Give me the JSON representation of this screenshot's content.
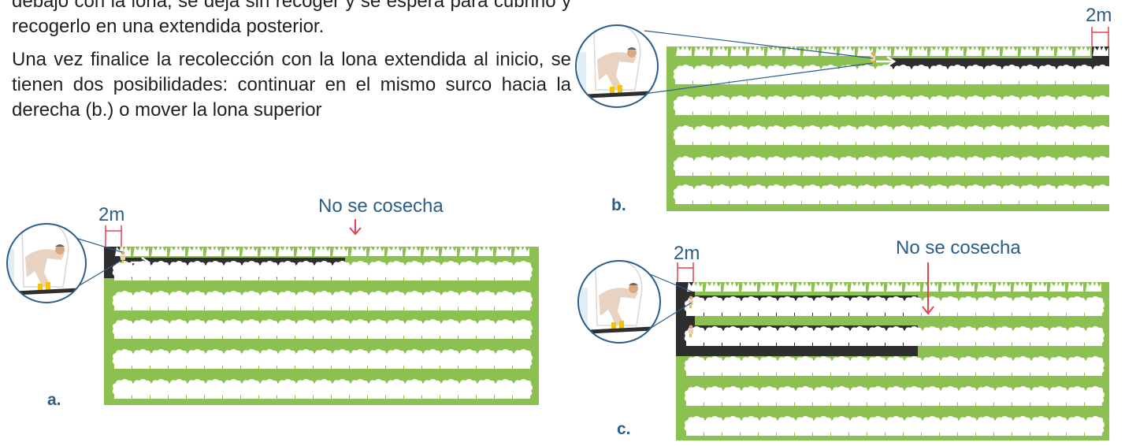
{
  "text": {
    "paragraph_1": "debajo con la lona, se deja sin recoger y se espera para cubrirlo y recogerlo en una extendida posterior.",
    "paragraph_2": "Una vez finalice la recolección con la lona extendida al inicio, se tienen dos posibilidades: continuar en el mismo surco hacia la derecha (b.) o mover la lona superior"
  },
  "panels": {
    "a": {
      "letter": "a.",
      "distance_label": "2m",
      "note": "No se cosecha"
    },
    "b": {
      "letter": "b.",
      "distance_label": "2m"
    },
    "c": {
      "letter": "c.",
      "distance_label": "2m",
      "note": "No se cosecha"
    }
  },
  "colors": {
    "field": "#8cc152",
    "tarp": "#2e2e2e",
    "text": "#2a5d8a",
    "arrow": "#e5414f",
    "plant": "#ffffff"
  },
  "icons": [
    "worker-icon",
    "magnifier-circle",
    "white-arrow-icon",
    "red-arrow-icon"
  ]
}
